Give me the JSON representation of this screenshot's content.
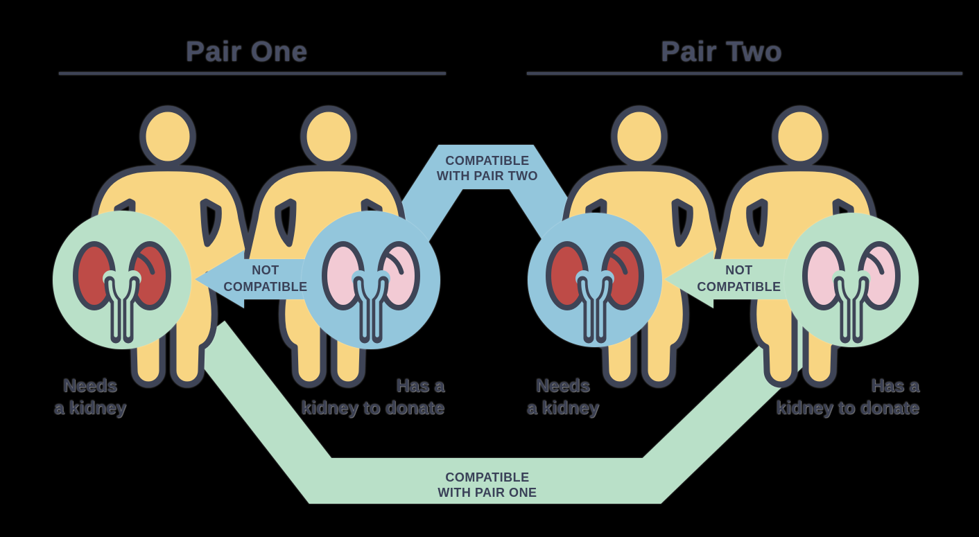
{
  "colors": {
    "background": "#000000",
    "ink": "#3E4456",
    "skin_yellow": "#F8D582",
    "blue": "#93C6DC",
    "green": "#B9E0C8",
    "kidney_red": "#BE4B47",
    "kidney_pink": "#F2CAD4",
    "title_text": "#474D63",
    "label_text": "#3A3F52",
    "band_text": "#3A4158"
  },
  "pair_one": {
    "title": "Pair One",
    "recipient_label": {
      "line1": "Needs",
      "line2": "a kidney"
    },
    "donor_label": {
      "line1": "Has a",
      "line2": "kidney to donate"
    }
  },
  "pair_two": {
    "title": "Pair Two",
    "recipient_label": {
      "line1": "Needs",
      "line2": "a kidney"
    },
    "donor_label": {
      "line1": "Has a",
      "line2": "kidney to donate"
    }
  },
  "arrows": {
    "not_left": {
      "line1": "NOT",
      "line2": "COMPATIBLE"
    },
    "not_right": {
      "line1": "NOT",
      "line2": "COMPATIBLE"
    },
    "top": {
      "line1": "COMPATIBLE",
      "line2": "WITH PAIR TWO"
    },
    "bottom": {
      "line1": "COMPATIBLE",
      "line2": "WITH PAIR ONE"
    }
  }
}
